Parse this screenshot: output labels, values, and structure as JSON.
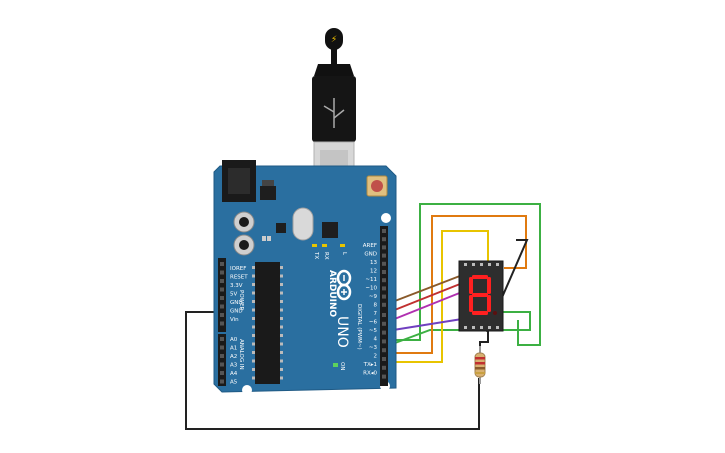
{
  "board": {
    "brand": "ARDUINO",
    "model": "UNO",
    "power_pins": [
      "IOREF",
      "RESET",
      "3.3V",
      "5V",
      "GND",
      "GND",
      "Vin"
    ],
    "power_title": "POWER",
    "analog_pins": [
      "A0",
      "A1",
      "A2",
      "A3",
      "A4",
      "A5"
    ],
    "analog_title": "ANALOG IN",
    "digital_pins": [
      "AREF",
      "GND",
      "13",
      "12",
      "~11",
      "~10",
      "~9",
      "8",
      "7",
      "~6",
      "~5",
      "4",
      "~3",
      "2",
      "TX▸1",
      "RX◂0"
    ],
    "digital_title": "DIGITAL (PWM~)",
    "led_tx": "TX",
    "led_rx": "RX",
    "led_l": "L",
    "on_label": "ON"
  },
  "display": {
    "digit": "8"
  },
  "colors": {
    "board": "#2a6fa0",
    "wire_green": "#3cb043",
    "wire_orange": "#e07a10",
    "wire_yellow": "#e8c400",
    "wire_black": "#222222",
    "wire_brown": "#8a5a2b",
    "wire_magenta": "#b030b0",
    "wire_purple": "#7040c0",
    "segment_off": "#5a1010",
    "segment_on": "#ff2020"
  }
}
